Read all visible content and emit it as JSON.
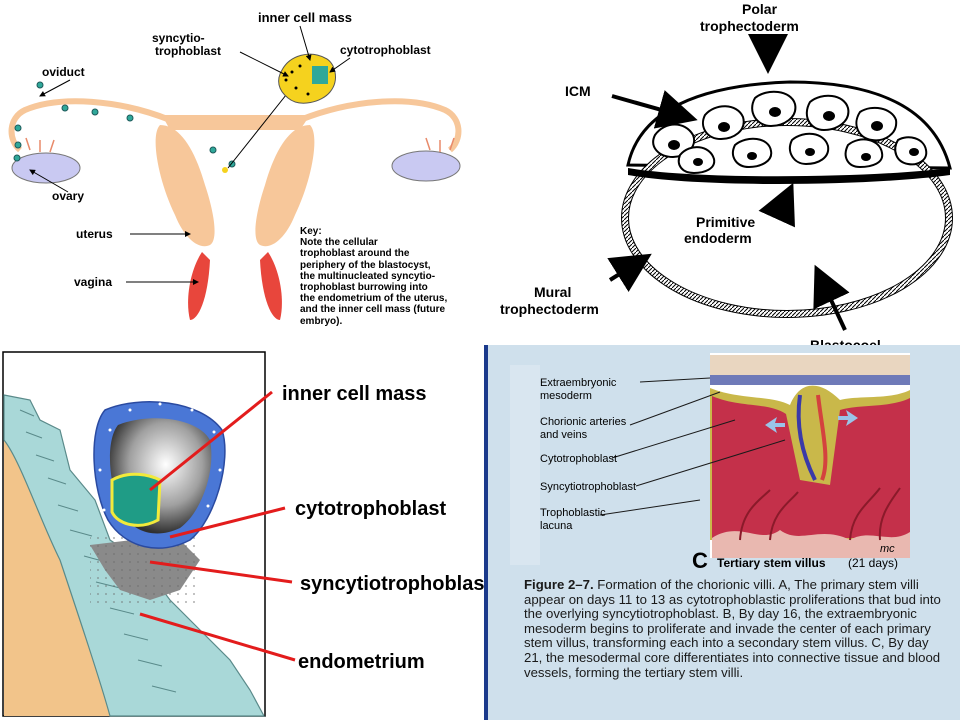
{
  "panel_a": {
    "labels": {
      "inner_cell_mass": "inner cell mass",
      "syncytio": "syncytio-",
      "trophoblast": "trophoblast",
      "cytotrophoblast": "cytotrophoblast",
      "oviduct": "oviduct",
      "ovary": "ovary",
      "uterus": "uterus",
      "vagina": "vagina"
    },
    "key": {
      "title": "Key:",
      "lines": [
        "Note the cellular",
        "trophoblast around the",
        "periphery of the blastocyst,",
        "the multinucleated syncytio-",
        "trophoblast burrowing into",
        "the endometrium of the uterus,",
        "and the inner cell mass (future",
        "embryo)."
      ]
    },
    "colors": {
      "uterus": "#f7c79a",
      "vagina": "#e8463c",
      "ovary": "#c9c9f2",
      "embryo": "#f5d21e"
    }
  },
  "panel_b": {
    "labels": {
      "polar_1": "Polar",
      "polar_2": "trophectoderm",
      "icm": "ICM",
      "prim_1": "Primitive",
      "prim_2": "endoderm",
      "mural_1": "Mural",
      "mural_2": "trophectoderm",
      "blastocoel": "Blastocoel"
    }
  },
  "panel_c": {
    "labels": {
      "icm": "inner cell mass",
      "cyto": "cytotrophoblast",
      "syncytio": "syncytiotrophoblast",
      "endo": "endometrium"
    },
    "colors": {
      "endometrium": "#a9d8d8",
      "tissue": "#f2c48a",
      "trophoblast": "#4a77d6",
      "icm": "#1f9c86",
      "arrow": "#e31c1c"
    }
  },
  "panel_d": {
    "labels": {
      "extra_1": "Extraembryonic",
      "extra_2": "mesoderm",
      "chorionic_1": "Chorionic arteries",
      "chorionic_2": "and veins",
      "cyto": "Cytotrophoblast",
      "syncytio": "Syncytiotrophoblast",
      "lacuna_1": "Trophoblastic",
      "lacuna_2": "lacuna",
      "letter": "C",
      "stage_title": "Tertiary stem villus",
      "stage_days": "(21 days)",
      "signature": "mc"
    },
    "caption": {
      "label": "Figure 2–7.",
      "text": " Formation of the chorionic villi. A, The primary stem villi appear on days 11 to 13 as cytotrophoblastic proliferations that bud into the overlying syncytiotrophoblast. B, By day 16, the extraembryonic mesoderm begins to proliferate and invade the center of each primary stem villus, transforming each into a secondary stem villus. C, By day 21, the mesodermal core differentiates into connective tissue and blood vessels, forming the tertiary stem villi."
    },
    "colors": {
      "page": "#cfe0ec",
      "tissue": "#c4304a",
      "layer": "#c9b84a",
      "vessel_a": "#d4423e",
      "vessel_v": "#3a3aa8"
    }
  }
}
